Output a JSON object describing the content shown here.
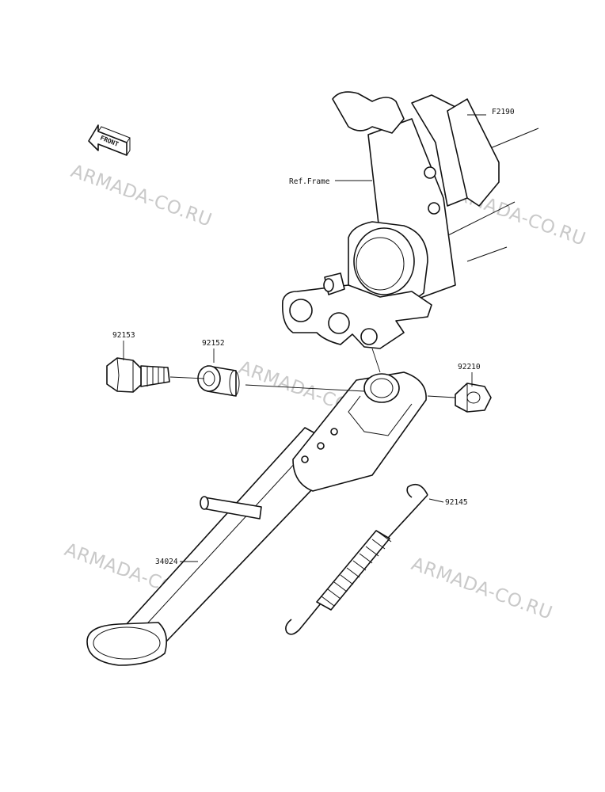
{
  "figure_code": "F2190",
  "front_badge": "FRONT",
  "reference": "Ref.Frame",
  "parts": [
    {
      "number": "92153"
    },
    {
      "number": "92152"
    },
    {
      "number": "92210"
    },
    {
      "number": "92145"
    },
    {
      "number": "34024"
    }
  ],
  "watermarks": [
    "ARMADA-CO.RU",
    "ARMADA-CO.RU",
    "ARMADA-CO.RU",
    "ARMADA-CO.RU",
    "ARMADA-CO.RU"
  ]
}
